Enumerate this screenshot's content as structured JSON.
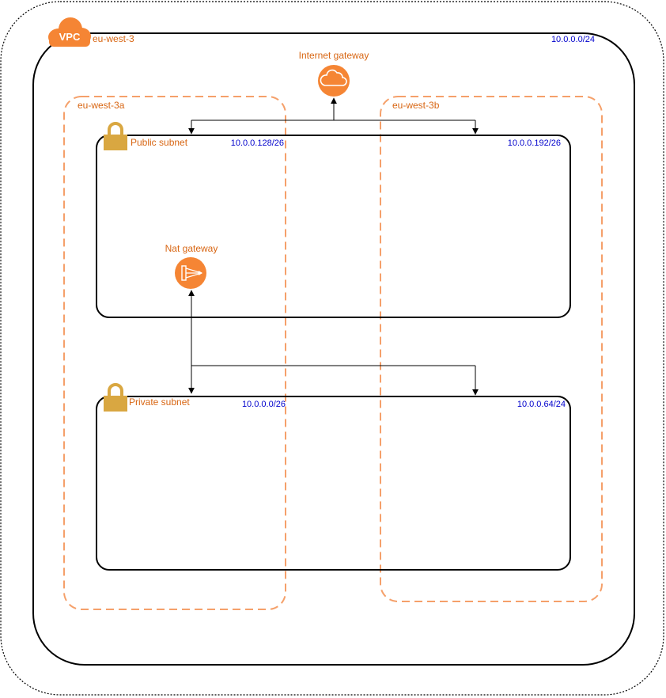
{
  "vpc": {
    "badge": "VPC",
    "region": "eu-west-3",
    "cidr": "10.0.0.0/24"
  },
  "internet_gateway": {
    "label": "Internet gateway",
    "icon": "cloud-icon"
  },
  "nat_gateway": {
    "label": "Nat gateway",
    "icon": "nat-gateway-icon"
  },
  "availability_zones": [
    {
      "name": "eu-west-3a"
    },
    {
      "name": "eu-west-3b"
    }
  ],
  "subnets": {
    "public": {
      "label": "Public subnet",
      "cidr_a": "10.0.0.128/26",
      "cidr_b": "10.0.0.192/26",
      "icon": "lock-icon"
    },
    "private": {
      "label": "Private subnet",
      "cidr_a": "10.0.0.0/26",
      "cidr_b": "10.0.0.64/24",
      "icon": "lock-icon"
    }
  },
  "colors": {
    "accent": "#f58534",
    "label": "#d86613",
    "cidr": "#0000cc",
    "lock": "#d9a741",
    "border": "#000000"
  }
}
